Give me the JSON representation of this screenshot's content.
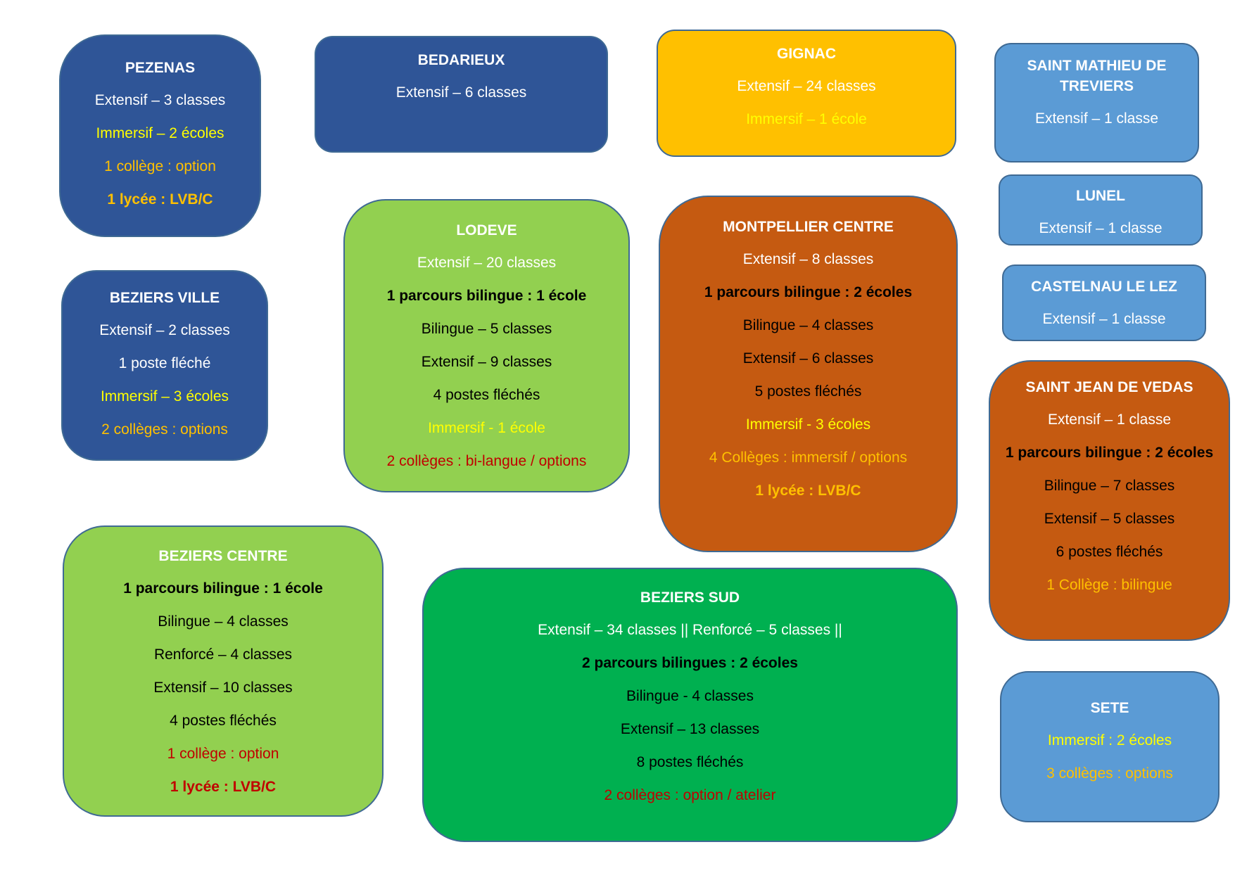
{
  "boxes": {
    "pezenas": {
      "title": "PEZENAS",
      "lines": [
        "Extensif – 3 classes",
        "Immersif – 2 écoles",
        "1 collège : option",
        "1 lycée : LVB/C"
      ]
    },
    "bedarieux": {
      "title": "BEDARIEUX",
      "lines": [
        "Extensif – 6 classes"
      ]
    },
    "gignac": {
      "title": "GIGNAC",
      "lines": [
        "Extensif – 24 classes",
        "Immersif – 1 école"
      ]
    },
    "saint_mathieu": {
      "title": "SAINT MATHIEU DE TREVIERS",
      "lines": [
        "Extensif – 1 classe"
      ]
    },
    "lunel": {
      "title": "LUNEL",
      "lines": [
        "Extensif – 1 classe"
      ]
    },
    "castelnau": {
      "title": "CASTELNAU LE LEZ",
      "lines": [
        "Extensif – 1 classe"
      ]
    },
    "beziers_ville": {
      "title": "BEZIERS VILLE",
      "lines": [
        "Extensif – 2 classes",
        "1 poste fléché",
        "Immersif – 3 écoles",
        "2 collèges : options"
      ]
    },
    "lodeve": {
      "title": "LODEVE",
      "lines": [
        "Extensif – 20 classes",
        "1 parcours bilingue : 1 école",
        "Bilingue – 5 classes",
        "Extensif – 9 classes",
        "4 postes fléchés",
        "Immersif - 1 école",
        "2 collèges : bi-langue / options"
      ]
    },
    "montpellier": {
      "title": "MONTPELLIER CENTRE",
      "lines": [
        "Extensif – 8 classes",
        "1 parcours bilingue : 2 écoles",
        "Bilingue – 4 classes",
        "Extensif – 6 classes",
        "5 postes fléchés",
        "Immersif - 3 écoles",
        "4 Collèges : immersif / options",
        "1 lycée : LVB/C"
      ]
    },
    "saint_jean": {
      "title": "SAINT JEAN DE VEDAS",
      "lines": [
        "Extensif – 1 classe",
        "1 parcours bilingue : 2 écoles",
        "Bilingue – 7 classes",
        "Extensif – 5 classes",
        "6 postes fléchés",
        "1 Collège : bilingue"
      ]
    },
    "beziers_centre": {
      "title": "BEZIERS CENTRE",
      "lines": [
        "1 parcours bilingue : 1 école",
        "Bilingue – 4 classes",
        "Renforcé – 4 classes",
        "Extensif – 10 classes",
        "4 postes fléchés",
        "1 collège : option",
        "1 lycée : LVB/C"
      ]
    },
    "beziers_sud": {
      "title": "BEZIERS SUD",
      "lines": [
        "Extensif – 34 classes || Renforcé – 5 classes ||",
        "2 parcours bilingues : 2 écoles",
        "Bilingue - 4 classes",
        "Extensif – 13 classes",
        "8 postes fléchés",
        "2 collèges : option / atelier"
      ]
    },
    "sete": {
      "title": "SETE",
      "lines": [
        "Immersif : 2 écoles",
        "3 collèges : options"
      ]
    }
  },
  "colors": {
    "dark_blue": "#2f5597",
    "light_blue": "#5b9bd5",
    "gold_fill": "#ffc000",
    "light_green": "#92d050",
    "green": "#00b050",
    "orange": "#c55a11"
  }
}
